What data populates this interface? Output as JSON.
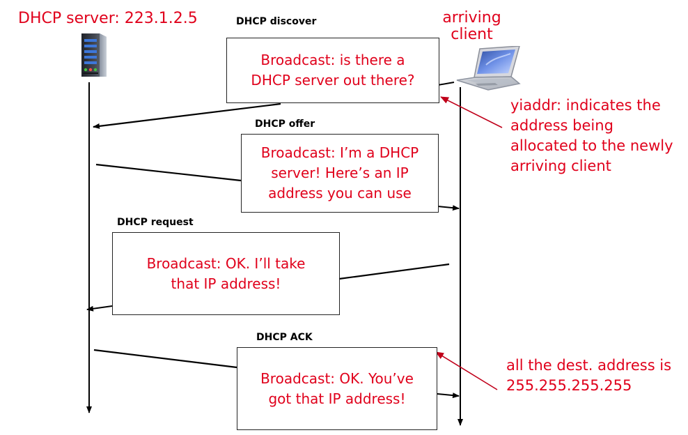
{
  "header": {
    "server_label": "DHCP server: 223.1.2.5",
    "client_label": "arriving\nclient"
  },
  "messages": [
    {
      "title": "DHCP discover",
      "body": "Broadcast: is there a\nDHCP server out there?"
    },
    {
      "title": "DHCP offer",
      "body": "Broadcast: I’m a DHCP\nserver! Here’s an IP\naddress you can use"
    },
    {
      "title": "DHCP request",
      "body": "Broadcast: OK.  I’ll take\nthat IP address!"
    },
    {
      "title": "DHCP ACK",
      "body": "Broadcast: OK.  You’ve\ngot that IP address!"
    }
  ],
  "notes": {
    "yiaddr": "yiaddr: indicates the\naddress being\nallocated to the newly\narriving client",
    "dest": "all the dest. address is\n255.255.255.255"
  },
  "icons": {
    "server": "server-icon",
    "laptop": "laptop-icon"
  },
  "colors": {
    "text": "#e0001b",
    "line": "#000000",
    "pointer": "#c0001a"
  }
}
